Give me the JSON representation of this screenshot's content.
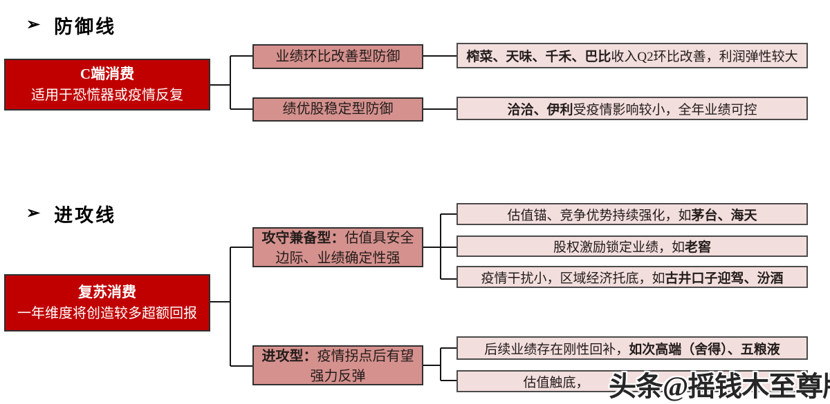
{
  "colors": {
    "dark_red": "#c00000",
    "rose": "#d5918e",
    "light_pink": "#f2dedd",
    "line": "#141414",
    "root_text": "#ffffff",
    "body_text": "#221c1a"
  },
  "watermark": {
    "text": "头条@摇钱木至尊版"
  },
  "sections": [
    {
      "heading": {
        "bullet": "➢",
        "label": "防御线"
      },
      "root": {
        "line1": "C端消费",
        "line2": "适用于恐慌器或疫情反复"
      },
      "branches": [
        {
          "bold": "",
          "label": "业绩环比改善型防御"
        },
        {
          "bold": "",
          "label": "绩优股稳定型防御"
        }
      ],
      "leaves": [
        {
          "pre": "",
          "bold": "榨菜、天味、千禾、巴比",
          "post": "收入Q2环比改善，利润弹性较大"
        },
        {
          "pre": "",
          "bold": "洽洽、伊利",
          "post": "受疫情影响较小，全年业绩可控"
        }
      ]
    },
    {
      "heading": {
        "bullet": "➢",
        "label": "进攻线"
      },
      "root": {
        "line1": "复苏消费",
        "line2": "一年维度将创造较多超额回报"
      },
      "branches": [
        {
          "bold": "攻守兼备型：",
          "label": "估值具安全边际、业绩确定性强"
        },
        {
          "bold": "进攻型：",
          "label": "疫情拐点后有望强力反弹"
        }
      ],
      "leaves": [
        {
          "pre": "估值锚、竞争优势持续强化，如",
          "bold": "茅台、海天",
          "post": ""
        },
        {
          "pre": "股权激励锁定业绩，如",
          "bold": "老窖",
          "post": ""
        },
        {
          "pre": "疫情干扰小，区域经济托底，如",
          "bold": "古井口子迎驾、汾酒",
          "post": ""
        },
        {
          "pre": "后续业绩存在刚性回补，",
          "bold": "如次高端（舍得）、五粮液",
          "post": ""
        },
        {
          "pre": "估值触底，",
          "bold": "",
          "post": ""
        }
      ]
    }
  ]
}
